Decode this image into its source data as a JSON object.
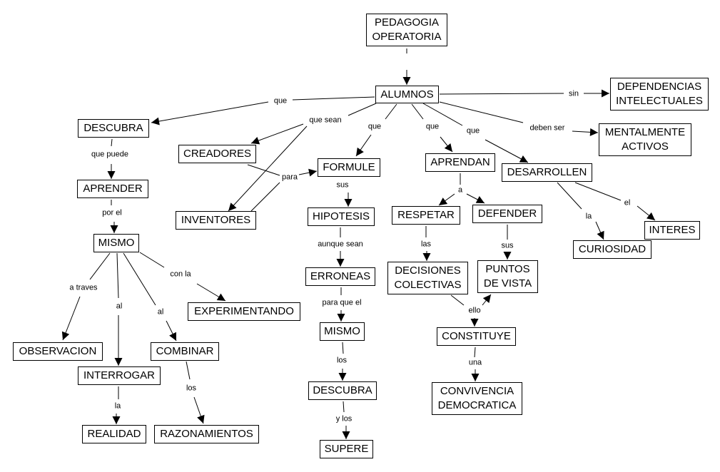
{
  "title": "PEDAGOGIA OPERATORIA",
  "nodes": {
    "pedagogia": "PEDAGOGIA\nOPERATORIA",
    "alumnos": "ALUMNOS",
    "dependencias": "DEPENDENCIAS\nINTELECTUALES",
    "mentalmente": "MENTALMENTE\nACTIVOS",
    "descubra1": "DESCUBRA",
    "aprender": "APRENDER",
    "mismo1": "MISMO",
    "observacion": "OBSERVACION",
    "interrogar": "INTERROGAR",
    "realidad": "REALIDAD",
    "combinar": "COMBINAR",
    "razonamientos": "RAZONAMIENTOS",
    "experimentando": "EXPERIMENTANDO",
    "creadores": "CREADORES",
    "inventores": "INVENTORES",
    "formule": "FORMULE",
    "hipotesis": "HIPOTESIS",
    "erroneas": "ERRONEAS",
    "mismo2": "MISMO",
    "descubra2": "DESCUBRA",
    "supere": "SUPERE",
    "aprendan": "APRENDAN",
    "respetar": "RESPETAR",
    "defender": "DEFENDER",
    "decisiones": "DECISIONES\nCOLECTIVAS",
    "puntos": "PUNTOS\nDE VISTA",
    "constituye": "CONSTITUYE",
    "convivencia": "CONVIVENCIA\nDEMOCRATICA",
    "desarrollen": "DESARROLLEN",
    "curiosidad": "CURIOSIDAD",
    "interes": "INTERES"
  },
  "links": {
    "sin": "sin",
    "que_descubra": "que",
    "que_sean": "que sean",
    "que_formule": "que",
    "que_aprendan": "que",
    "que_desarrollen": "que",
    "deben_ser": "deben ser",
    "que_puede": "que puede",
    "por_el": "por el",
    "a_traves": "a traves",
    "al_1": "al",
    "al_2": "al",
    "con_la": "con la",
    "la_realidad": "la",
    "los_razon": "los",
    "para": "para",
    "sus_hip": "sus",
    "aunque_sean": "aunque sean",
    "para_que_el": "para que el",
    "los_desc": "los",
    "y_los": "y los",
    "a": "a",
    "las": "las",
    "sus_puntos": "sus",
    "ello": "ello",
    "una": "una",
    "la_curio": "la",
    "el_interes": "el"
  }
}
